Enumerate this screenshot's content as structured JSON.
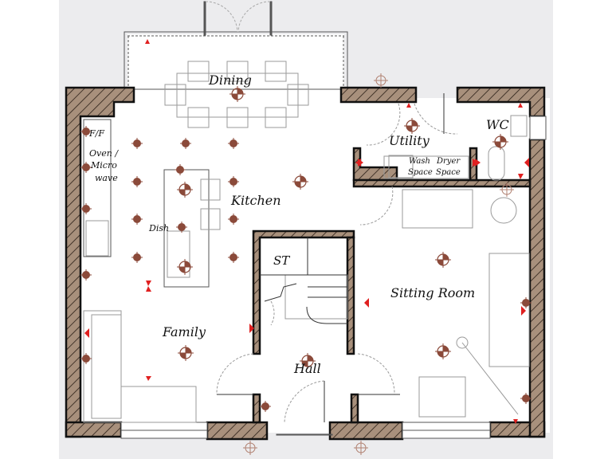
{
  "plan": {
    "type": "ground-floor-plan",
    "colors": {
      "background": "#ececee",
      "floor": "#ffffff",
      "wall_fill": "#a8907c",
      "wall_outline": "#111111",
      "socket": "#8b4a3a",
      "radiator_marker": "#e02020",
      "furniture": "#9a9a9a"
    },
    "rooms": [
      {
        "id": "dining",
        "label": "Dining"
      },
      {
        "id": "kitchen",
        "label": "Kitchen"
      },
      {
        "id": "family",
        "label": "Family"
      },
      {
        "id": "utility",
        "label": "Utility"
      },
      {
        "id": "wc",
        "label": "WC"
      },
      {
        "id": "st",
        "label": "ST"
      },
      {
        "id": "hall",
        "label": "Hall"
      },
      {
        "id": "sitting",
        "label": "Sitting Room"
      }
    ],
    "appliance_labels": {
      "ff": "F/F",
      "oven1": "Oven /",
      "oven2": "Micro",
      "oven3": "wave",
      "dish": "Dish",
      "wash1": "Wash",
      "wash2": "Space",
      "dryer1": "Dryer",
      "dryer2": "Space"
    }
  }
}
